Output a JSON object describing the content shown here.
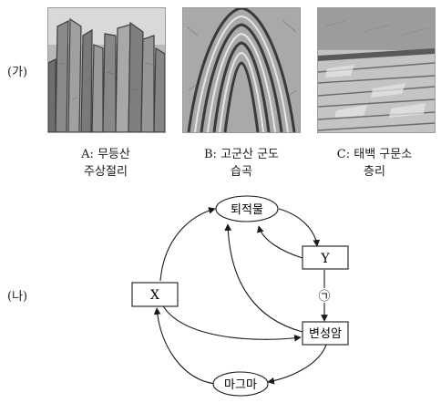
{
  "part_ga": {
    "label": "(가)",
    "photos": [
      {
        "letter": "A",
        "caption_line1": "A:  무등산",
        "caption_line2": "주상절리"
      },
      {
        "letter": "B",
        "caption_line1": "B:  고군산  군도",
        "caption_line2": "습곡"
      },
      {
        "letter": "C",
        "caption_line1": "C:  태백  구문소",
        "caption_line2": "층리"
      }
    ]
  },
  "part_na": {
    "label": "(나)",
    "nodes": {
      "sediment": "퇴적물",
      "y_box": "Y",
      "x_box": "X",
      "metamorphic": "변성암",
      "magma": "마그마",
      "process_mark": "㉠"
    }
  }
}
